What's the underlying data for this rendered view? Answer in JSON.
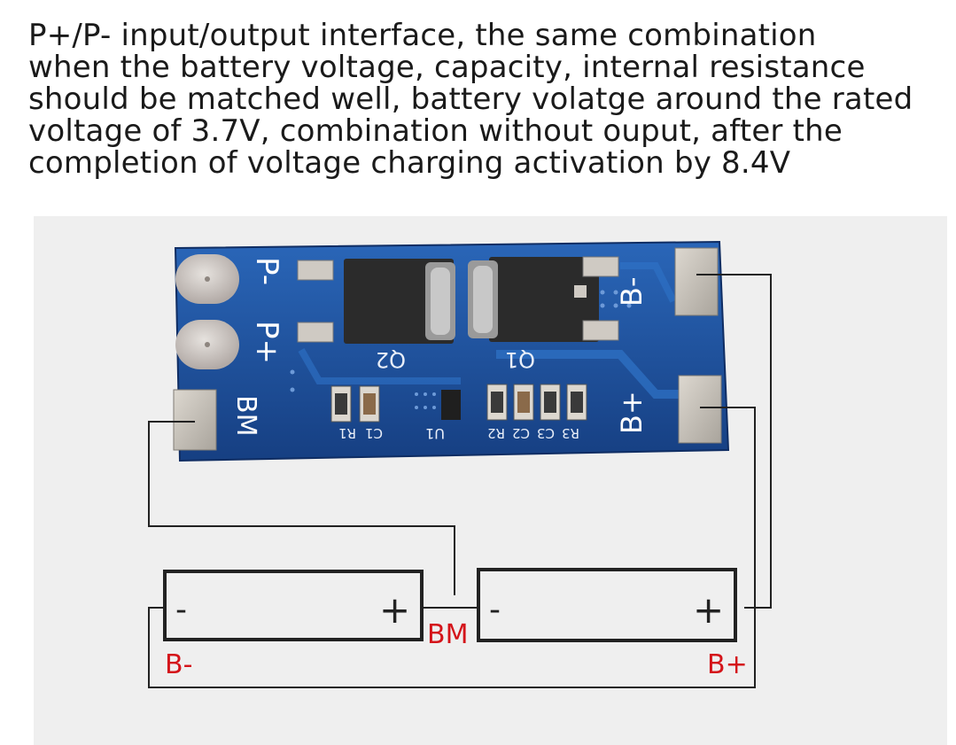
{
  "caption": {
    "lines": [
      "P+/P- input/output interface, the same combination",
      "when the battery voltage, capacity, internal resistance",
      "should be matched well, battery volatge around the rated",
      "voltage of 3.7V, combination without ouput, after the",
      "completion of voltage charging activation by 8.4V"
    ]
  },
  "board": {
    "silkscreen": {
      "p_minus": "P-",
      "p_plus": "P+",
      "bm": "BM",
      "b_minus": "B-",
      "b_plus": "B+",
      "q1": "Q1",
      "q2": "Q2",
      "u1": "U1",
      "r1": "R1",
      "c1": "C1",
      "c2": "C2",
      "r2": "R2",
      "c3": "C3",
      "r3": "R3"
    },
    "colors": {
      "pcb": "#1d4f9c",
      "pad": "#c9c4bc",
      "mosfet": "#2b2b2b"
    }
  },
  "diagram": {
    "battery_plus": "+",
    "battery_minus": "-",
    "label_b_minus": "B-",
    "label_bm": "BM",
    "label_b_plus": "B+",
    "label_color": "#d4141a"
  }
}
